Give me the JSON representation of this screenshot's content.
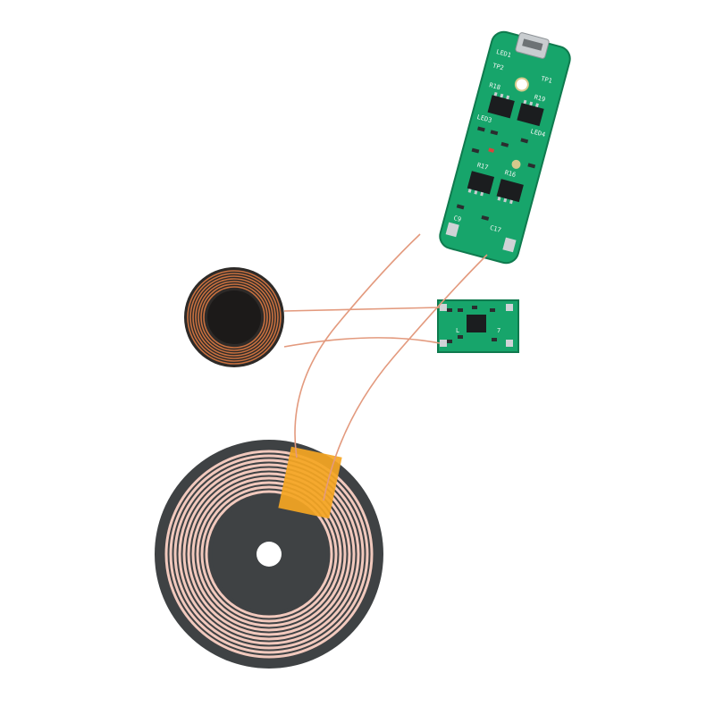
{
  "colors": {
    "background": "#ffffff",
    "pcb_green": "#17a56b",
    "pcb_dark": "#0f7a4e",
    "copper_wire": "#e39a7e",
    "receiver_copper": "#c8703f",
    "ferrite": "#3f4244",
    "kapton_tape": "#f5a623",
    "chip_black": "#1b1d1f"
  },
  "transmitter_board": {
    "labels": [
      "LED1",
      "TP2",
      "TP1",
      "R19",
      "R18",
      "LED3",
      "LED4",
      "R17",
      "R16",
      "C17",
      "C9"
    ]
  },
  "receiver_board": {
    "labels": [
      "L",
      "7"
    ]
  }
}
